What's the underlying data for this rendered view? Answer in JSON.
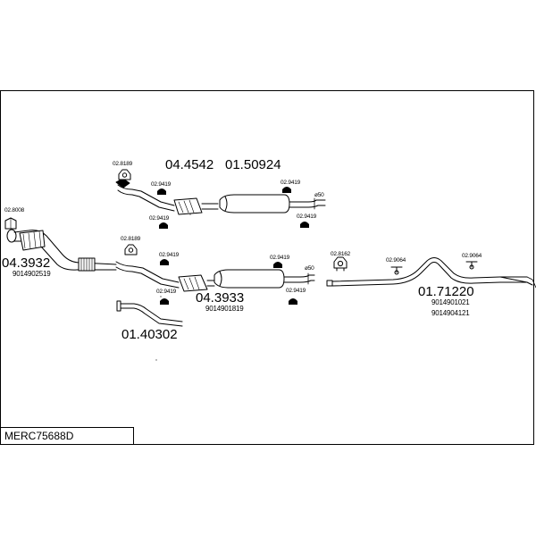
{
  "diagram": {
    "code": "MERC75688D",
    "parts": {
      "front_pipe": {
        "number": "04.3932",
        "oem": "9014902519"
      },
      "front_pipe_bracket": {
        "number": "02.8008"
      },
      "upper_assembly": {
        "number_a": "04.4542",
        "number_b": "01.50924"
      },
      "middle_assembly": {
        "number": "04.3933",
        "oem": "9014901819"
      },
      "tailpipe": {
        "number": "01.71220",
        "oem_a": "9014901021",
        "oem_b": "9014904121"
      },
      "lower_pipe": {
        "number": "01.40302"
      }
    },
    "fittings": {
      "bracket_8189": "02.8189",
      "clamp_9419": "02.9419",
      "bracket_8162": "02.8162",
      "hanger_9064": "02.9064"
    },
    "diameter_marker": "ø50"
  }
}
